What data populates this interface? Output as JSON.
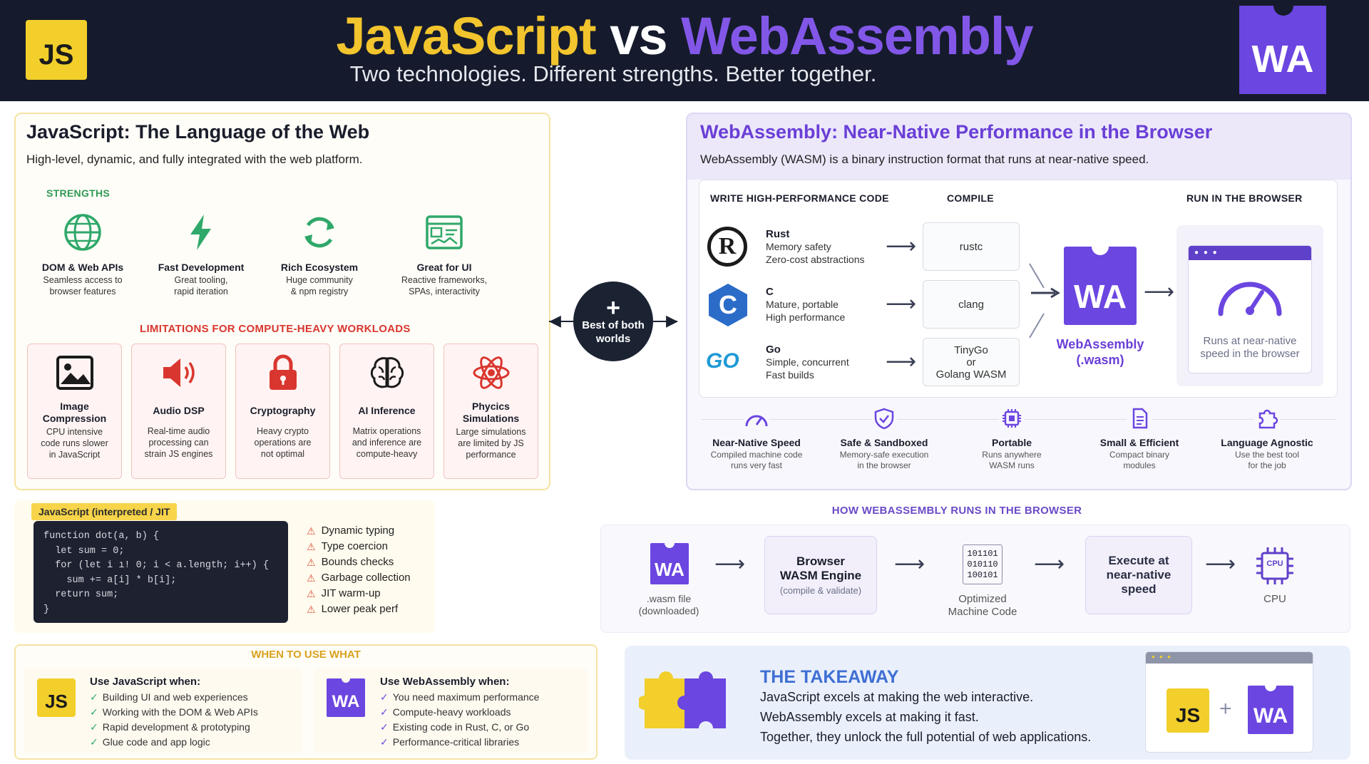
{
  "header": {
    "title_js": "JavaScript",
    "title_vs": "vs",
    "title_wa": "WebAssembly",
    "subtitle": "Two technologies. Different strengths. Better together.",
    "logo_js": "JS",
    "logo_wa": "WA"
  },
  "js_panel": {
    "title": "JavaScript: The Language of the Web",
    "subtitle": "High-level, dynamic, and fully integrated with the web platform.",
    "strengths_label": "STRENGTHS",
    "strengths": [
      {
        "icon": "globe-icon",
        "name": "DOM & Web APIs",
        "line1": "Seamless access to",
        "line2": "browser features"
      },
      {
        "icon": "lightning-icon",
        "name": "Fast Development",
        "line1": "Great tooling,",
        "line2": "rapid iteration"
      },
      {
        "icon": "refresh-icon",
        "name": "Rich Ecosystem",
        "line1": "Huge community",
        "line2": "& npm registry"
      },
      {
        "icon": "ui-window-icon",
        "name": "Great for UI",
        "line1": "Reactive frameworks,",
        "line2": "SPAs, interactivity"
      }
    ],
    "limitations_label": "LIMITATIONS FOR COMPUTE-HEAVY WORKLOADS",
    "limitations": [
      {
        "icon": "image-icon",
        "name1": "Image",
        "name2": "Compression",
        "l1": "CPU intensive",
        "l2": "code runs slower",
        "l3": "in JavaScript"
      },
      {
        "icon": "speaker-icon",
        "name1": "Audio DSP",
        "name2": "",
        "l1": "Real-time audio",
        "l2": "processing can",
        "l3": "strain JS engines"
      },
      {
        "icon": "lock-icon",
        "name1": "Cryptography",
        "name2": "",
        "l1": "Heavy crypto",
        "l2": "operations are",
        "l3": "not optimal"
      },
      {
        "icon": "brain-icon",
        "name1": "AI Inference",
        "name2": "",
        "l1": "Matrix operations",
        "l2": "and inference are",
        "l3": "compute-heavy"
      },
      {
        "icon": "atom-icon",
        "name1": "Phycics",
        "name2": "Simulations",
        "l1": "Large simulations",
        "l2": "are limited by JS",
        "l3": "performance"
      }
    ]
  },
  "code": {
    "tag": "JavaScript (interpreted / JIT",
    "lines": [
      "function dot(a, b) {",
      "  let sum = 0;",
      "  for (let i ı! 0; i < a.length; i++) {",
      "    sum += a[i] * b[i];",
      "  return sum;",
      "}"
    ],
    "issues": [
      "Dynamic typing",
      "Type coercion",
      "Bounds checks",
      "Garbage collection",
      "JIT warm-up",
      "Lower peak perf"
    ]
  },
  "when": {
    "title": "WHEN TO USE WHAT",
    "js_title": "Use JavaScript when:",
    "js_items": [
      "Building UI and web experiences",
      "Working with the DOM & Web APIs",
      "Rapid development & prototyping",
      "Glue code and app logic"
    ],
    "wa_title": "Use WebAssembly when:",
    "wa_items": [
      "You need maximum performance",
      "Compute-heavy workloads",
      "Existing code in Rust, C, or Go",
      "Performance-critical libraries"
    ]
  },
  "badge": {
    "plus": "+",
    "line1": "Best of both",
    "line2": "worlds"
  },
  "wa_panel": {
    "title": "WebAssembly: Near-Native Performance in the Browser",
    "subtitle": "WebAssembly (WASM) is a binary instruction format that runs at near-native speed.",
    "col_write": "WRITE HIGH-PERFORMANCE CODE",
    "col_compile": "COMPILE",
    "col_run": "RUN IN THE BROWSER",
    "langs": [
      {
        "icon": "rust-logo-icon",
        "name": "Rust",
        "d1": "Memory safety",
        "d2": "Zero-cost abstractions",
        "compiler": "rustc"
      },
      {
        "icon": "c-logo-icon",
        "name": "C",
        "d1": "Mature, portable",
        "d2": "High performance",
        "compiler": "clang"
      },
      {
        "icon": "go-logo-icon",
        "name": "Go",
        "d1": "Simple, concurrent",
        "d2": "Fast builds",
        "compiler": "TinyGo\nor\nGolang WASM"
      }
    ],
    "go_logo_text": "GO",
    "c_logo_text": "C",
    "rust_logo_text": "R",
    "wa_label1": "WebAssembly",
    "wa_label2": "(.wasm)",
    "run_text1": "Runs at near-native",
    "run_text2": "speed in the browser",
    "features": [
      {
        "icon": "speedometer-icon",
        "name": "Near-Native Speed",
        "d1": "Compiled machine code",
        "d2": "runs very fast"
      },
      {
        "icon": "shield-icon",
        "name": "Safe & Sandboxed",
        "d1": "Memory-safe execution",
        "d2": "in the browser"
      },
      {
        "icon": "chip-icon",
        "name": "Portable",
        "d1": "Runs anywhere",
        "d2": "WASM runs"
      },
      {
        "icon": "file-binary-icon",
        "name": "Small & Efficient",
        "d1": "Compact binary",
        "d2": "modules"
      },
      {
        "icon": "puzzle-icon",
        "name": "Language Agnostic",
        "d1": "Use the best tool",
        "d2": "for the job"
      }
    ]
  },
  "how": {
    "title": "HOW WEBASSEMBLY RUNS IN THE BROWSER",
    "wasm_file1": ".wasm file",
    "wasm_file2": "(downloaded)",
    "engine1": "Browser",
    "engine2": "WASM Engine",
    "engine3": "(compile & validate)",
    "binary": [
      "101101",
      "010110",
      "100101"
    ],
    "machine1": "Optimized",
    "machine2": "Machine Code",
    "exec1": "Execute at",
    "exec2": "near-native",
    "exec3": "speed",
    "cpu_chip": "CPU",
    "cpu_label": "CPU"
  },
  "takeaway": {
    "title": "THE TAKEAWAY",
    "line1": "JavaScript excels at making the web interactive.",
    "line2": "WebAssembly excels at making it fast.",
    "line3": "Together, they unlock the full potential of web applications.",
    "plus": "+"
  },
  "colors": {
    "js_yellow": "#f2cf2b",
    "wa_purple": "#6b46e0",
    "navy": "#151b2c",
    "green": "#2fa86a",
    "red": "#d9362f"
  }
}
